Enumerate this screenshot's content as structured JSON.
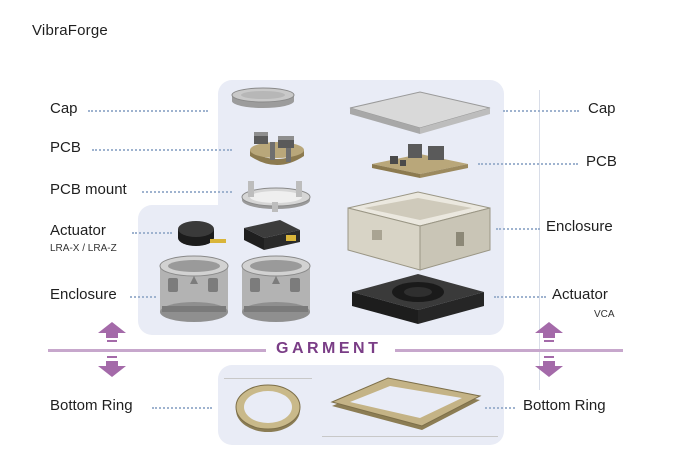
{
  "brand": "VibraForge",
  "garment_label": "GARMENT",
  "left_labels": {
    "cap": "Cap",
    "pcb": "PCB",
    "pcb_mount": "PCB mount",
    "actuator": "Actuator",
    "actuator_sub": "LRA-X / LRA-Z",
    "enclosure": "Enclosure",
    "bottom_ring": "Bottom Ring"
  },
  "right_labels": {
    "cap": "Cap",
    "pcb": "PCB",
    "enclosure": "Enclosure",
    "actuator": "Actuator",
    "actuator_sub": "VCA",
    "bottom_ring": "Bottom Ring"
  },
  "colors": {
    "panel": "#e9ecf6",
    "dots": "#9fb3cf",
    "garment": "#7a3d86",
    "arrow": "#a46aa9",
    "part_grey": "#bfbfbf",
    "pcb_board": "#b9a77a",
    "enclosure_beige": "#ddd9cc",
    "actuator_black": "#2a2a2a",
    "ring_gold": "#b9a57a"
  },
  "icons": [
    "arrow-up-icon",
    "arrow-down-icon"
  ]
}
